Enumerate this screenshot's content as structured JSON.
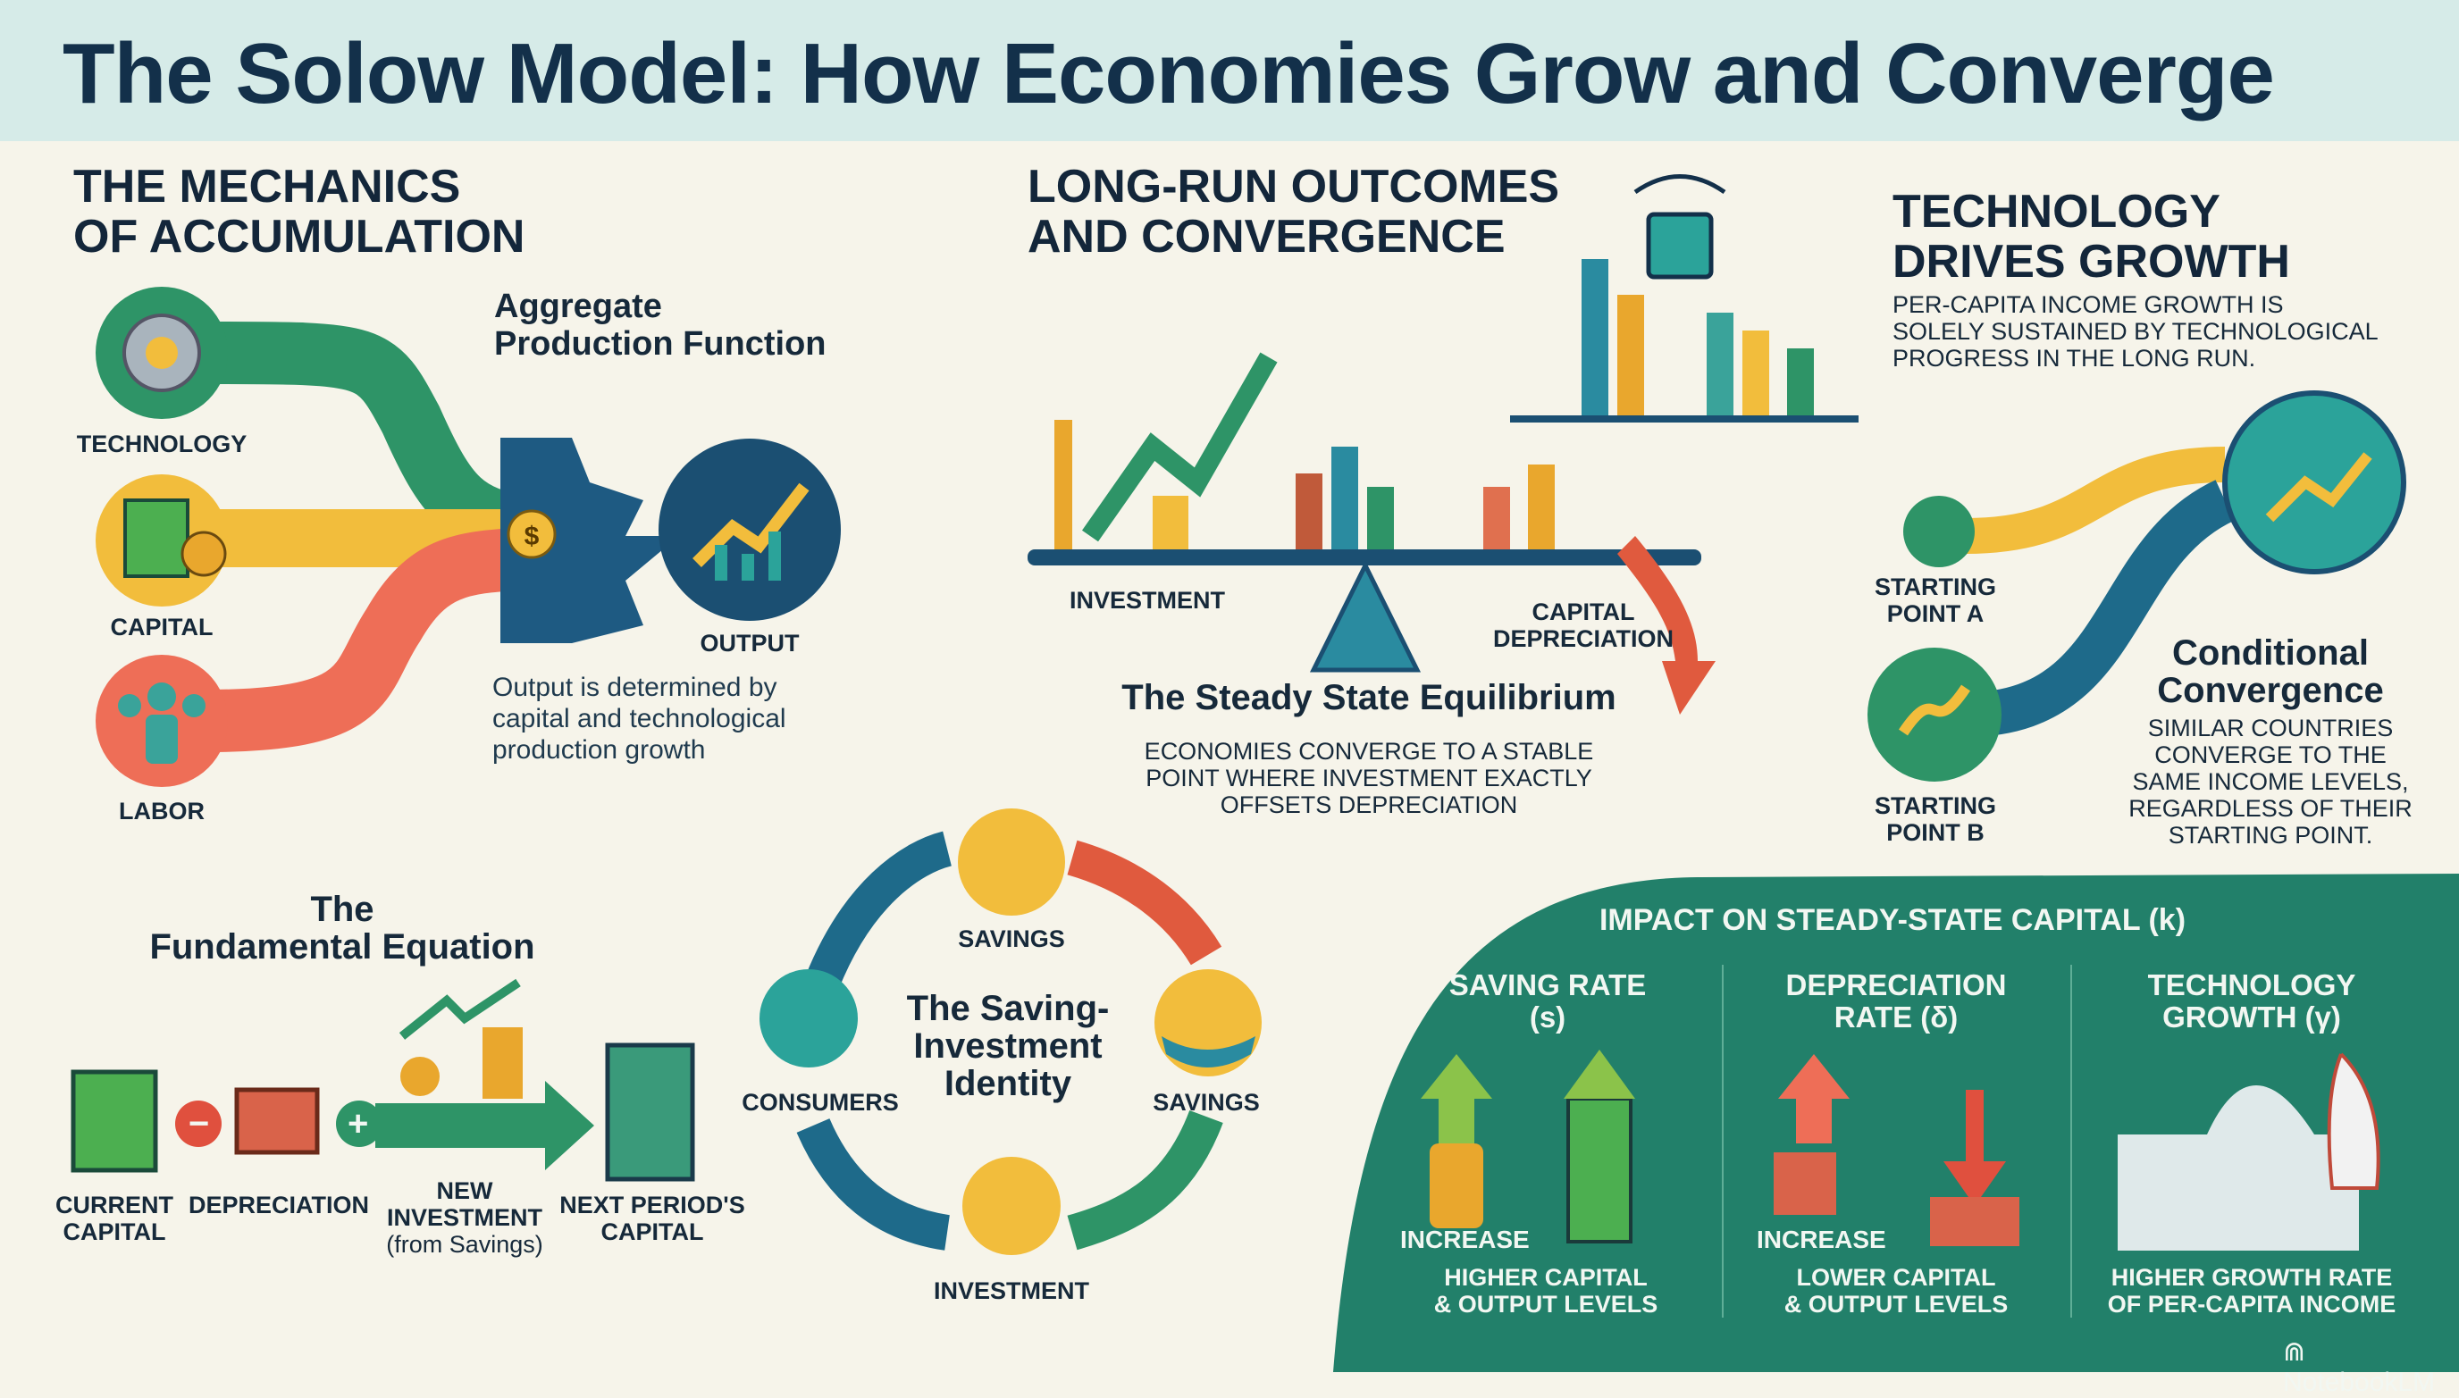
{
  "title": "The Solow Model: How Economies Grow and Converge",
  "mechanics": {
    "heading_1": "THE MECHANICS",
    "heading_2": "OF ACCUMULATION",
    "inputs": [
      "TECHNOLOGY",
      "CAPITAL",
      "LABOR"
    ],
    "apf_1": "Aggregate",
    "apf_2": "Production Function",
    "output": "OUTPUT",
    "desc_1": "Output is determined by",
    "desc_2": "capital and technological",
    "desc_3": "production growth"
  },
  "longrun": {
    "heading_1": "LONG-RUN OUTCOMES",
    "heading_2": "AND CONVERGENCE",
    "investment": "INVESTMENT",
    "depr_1": "CAPITAL",
    "depr_2": "DEPRECIATION",
    "steady_title": "The Steady State Equilibrium",
    "steady_1": "ECONOMIES CONVERGE TO A STABLE",
    "steady_2": "POINT WHERE INVESTMENT EXACTLY",
    "steady_3": "OFFSETS DEPRECIATION"
  },
  "tech": {
    "heading_1": "TECHNOLOGY",
    "heading_2": "DRIVES GROWTH",
    "body_1": "PER-CAPITA INCOME GROWTH IS",
    "body_2": "SOLELY SUSTAINED BY TECHNOLOGICAL",
    "body_3": "PROGRESS IN THE LONG RUN.",
    "start_a_1": "STARTING",
    "start_a_2": "POINT A",
    "start_b_1": "STARTING",
    "start_b_2": "POINT B",
    "cc_1": "Conditional",
    "cc_2": "Convergence",
    "cc_body_1": "SIMILAR COUNTRIES",
    "cc_body_2": "CONVERGE TO THE",
    "cc_body_3": "SAME INCOME LEVELS,",
    "cc_body_4": "REGARDLESS OF THEIR",
    "cc_body_5": "STARTING POINT."
  },
  "equation": {
    "title_1": "The",
    "title_2": "Fundamental Equation",
    "current_1": "CURRENT",
    "current_2": "CAPITAL",
    "depreciation": "DEPRECIATION",
    "new_1": "NEW",
    "new_2": "INVESTMENT",
    "new_3": "(from Savings)",
    "next_1": "NEXT PERIOD'S",
    "next_2": "CAPITAL",
    "minus": "−",
    "plus": "+"
  },
  "cycle": {
    "title_1": "The Saving-",
    "title_2": "Investment",
    "title_3": "Identity",
    "savings_top": "SAVINGS",
    "savings_right": "SAVINGS",
    "consumers": "CONSUMERS",
    "investment": "INVESTMENT"
  },
  "impact": {
    "heading": "IMPACT ON STEADY-STATE CAPITAL (k)",
    "columns": [
      {
        "h1": "SAVING RATE",
        "h2": "(s)",
        "increase": "INCREASE",
        "r1": "HIGHER CAPITAL",
        "r2": "& OUTPUT LEVELS"
      },
      {
        "h1": "DEPRECIATION",
        "h2": "RATE (δ)",
        "increase": "INCREASE",
        "r1": "LOWER CAPITAL",
        "r2": "& OUTPUT LEVELS"
      },
      {
        "h1": "TECHNOLOGY",
        "h2": "GROWTH (γ)",
        "increase": "",
        "r1": "HIGHER GROWTH RATE",
        "r2": "OF PER-CAPITA INCOME"
      }
    ]
  },
  "brand": "NotebookLM",
  "colors": {
    "green": "#2e9467",
    "yellow": "#f2bd3c",
    "red": "#ee6e57",
    "navy": "#1b4f72",
    "panel": "#22806a"
  }
}
